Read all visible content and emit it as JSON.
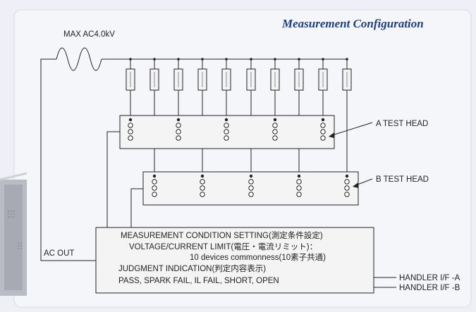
{
  "title": "Measurement Configuration",
  "source_label": "MAX AC4.0kV",
  "a_head_label": "A TEST HEAD",
  "b_head_label": "B TEST HEAD",
  "ac_out_label": "AC OUT",
  "controller": {
    "lines": [
      "MEASUREMENT CONDITION SETTING(測定条件設定)",
      "VOLTAGE/CURRENT LIMIT(電圧・電流リミット)：",
      "10 devices commonness(10素子共通)",
      "JUDGMENT INDICATION(判定内容表示)",
      "PASS, SPARK FAIL, IL FAIL, SHORT, OPEN"
    ]
  },
  "handler_a_label": "HANDLER I/F -A",
  "handler_b_label": "HANDLER I/F -B",
  "device_count": 10
}
